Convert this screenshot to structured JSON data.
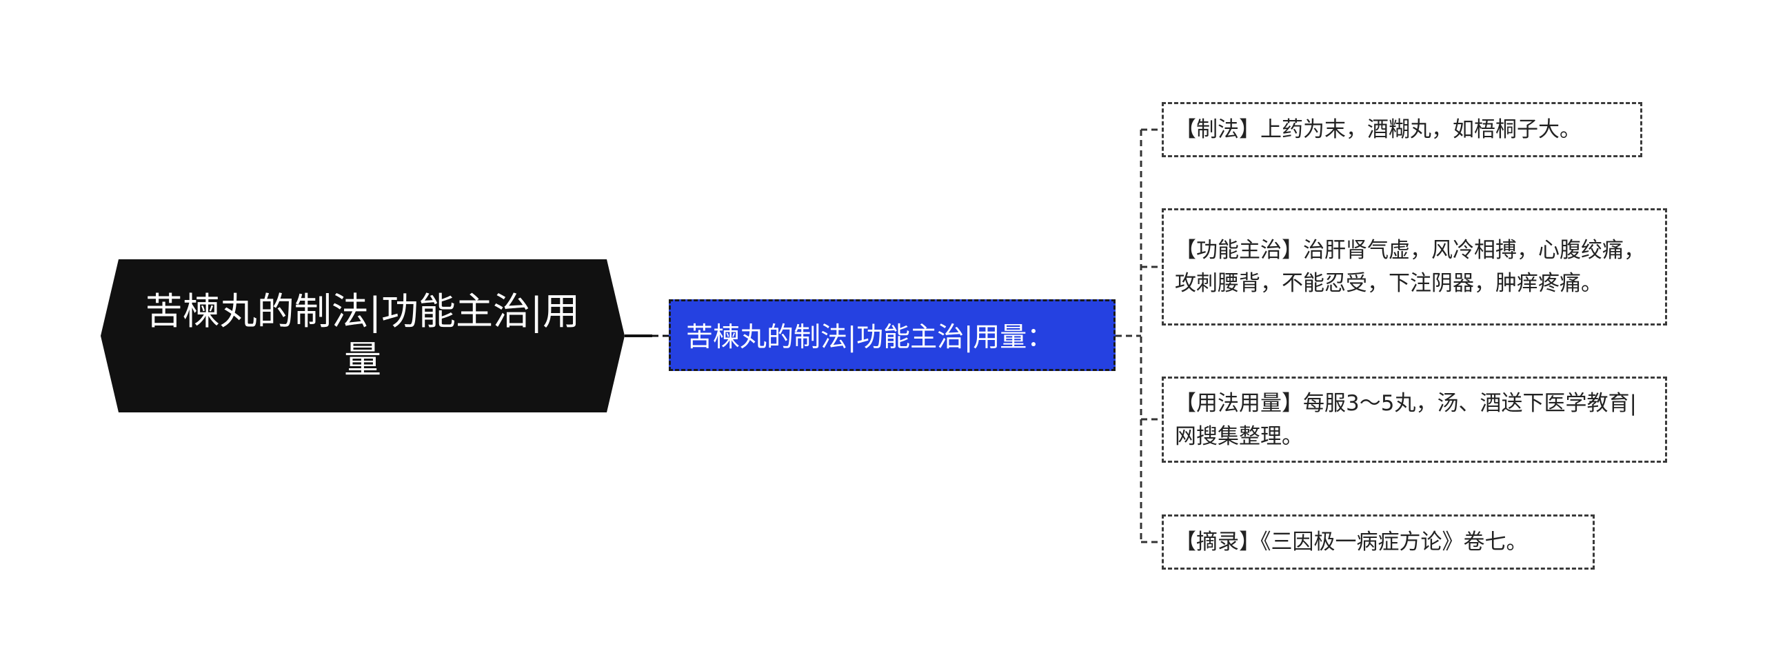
{
  "root": {
    "label": "苦楝丸的制法|功能主治|用量",
    "fill": "#111111"
  },
  "branch": {
    "label": "苦楝丸的制法|功能主治|用量：",
    "fill": "#2541e1"
  },
  "leaves": [
    {
      "label": "【制法】上药为末，酒糊丸，如梧桐子大。"
    },
    {
      "label": "【功能主治】治肝肾气虚，风冷相搏，心腹绞痛，攻刺腰背，不能忍受，下注阴器，肿痒疼痛。"
    },
    {
      "label": "【用法用量】每服3～5丸，汤、酒送下医学教育|网搜集整理。"
    },
    {
      "label": "【摘录】《三因极一病症方论》卷七。"
    }
  ]
}
